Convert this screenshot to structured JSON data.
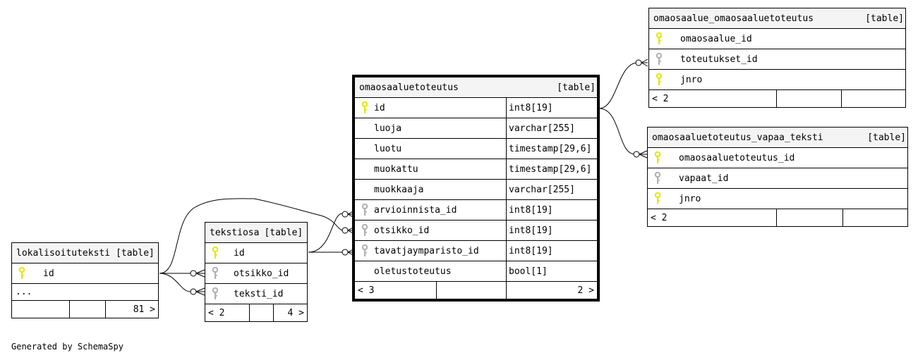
{
  "footer": {
    "generated_by": "Generated by SchemaSpy"
  },
  "colors": {
    "primary_key": "#e6e600",
    "foreign_key": "#b0b0b0",
    "header_bg": "#f4f4f4"
  },
  "tables": {
    "omaosaaluetoteutus": {
      "name": "omaosaaluetoteutus",
      "kind": "[table]",
      "columns": [
        {
          "name": "id",
          "type": "int8[19]",
          "key": "primary-key-icon"
        },
        {
          "name": "luoja",
          "type": "varchar[255]",
          "key": ""
        },
        {
          "name": "luotu",
          "type": "timestamp[29,6]",
          "key": ""
        },
        {
          "name": "muokattu",
          "type": "timestamp[29,6]",
          "key": ""
        },
        {
          "name": "muokkaaja",
          "type": "varchar[255]",
          "key": ""
        },
        {
          "name": "arvioinnista_id",
          "type": "int8[19]",
          "key": "foreign-key-icon"
        },
        {
          "name": "otsikko_id",
          "type": "int8[19]",
          "key": "foreign-key-icon"
        },
        {
          "name": "tavatjaymparisto_id",
          "type": "int8[19]",
          "key": "foreign-key-icon"
        },
        {
          "name": "oletustoteutus",
          "type": "bool[1]",
          "key": ""
        }
      ],
      "footer": {
        "parents": "< 3",
        "middle": "",
        "children": "2 >"
      }
    },
    "omaosaalue_omaosaaluetoteutus": {
      "name": "omaosaalue_omaosaaluetoteutus",
      "kind": "[table]",
      "columns": [
        {
          "name": "omaosaalue_id",
          "key": "primary-key-icon"
        },
        {
          "name": "toteutukset_id",
          "key": "foreign-key-icon"
        },
        {
          "name": "jnro",
          "key": "primary-key-icon"
        }
      ],
      "footer": {
        "parents": "< 2",
        "middle": "",
        "children": ""
      }
    },
    "omaosaaluetoteutus_vapaa_teksti": {
      "name": "omaosaaluetoteutus_vapaa_teksti",
      "kind": "[table]",
      "columns": [
        {
          "name": "omaosaaluetoteutus_id",
          "key": "primary-key-icon"
        },
        {
          "name": "vapaat_id",
          "key": "foreign-key-icon"
        },
        {
          "name": "jnro",
          "key": "primary-key-icon"
        }
      ],
      "footer": {
        "parents": "< 2",
        "middle": "",
        "children": ""
      }
    },
    "tekstiosa": {
      "name": "tekstiosa",
      "kind": "[table]",
      "columns": [
        {
          "name": "id",
          "key": "primary-key-icon"
        },
        {
          "name": "otsikko_id",
          "key": "foreign-key-icon"
        },
        {
          "name": "teksti_id",
          "key": "foreign-key-icon"
        }
      ],
      "footer": {
        "parents": "< 2",
        "middle": "",
        "children": "4 >"
      }
    },
    "lokalisoituteksti": {
      "name": "lokalisoituteksti",
      "kind": "[table]",
      "columns": [
        {
          "name": "id",
          "key": "primary-key-icon"
        }
      ],
      "more": "...",
      "footer": {
        "parents": "",
        "middle": "",
        "children": "81 >"
      }
    }
  },
  "relationships": [
    {
      "from": "omaosaalue_omaosaaluetoteutus.toteutukset_id",
      "to": "omaosaaluetoteutus.id"
    },
    {
      "from": "omaosaaluetoteutus_vapaa_teksti.omaosaaluetoteutus_id",
      "to": "omaosaaluetoteutus.id"
    },
    {
      "from": "omaosaaluetoteutus.arvioinnista_id",
      "to": "tekstiosa.id"
    },
    {
      "from": "omaosaaluetoteutus.tavatjaymparisto_id",
      "to": "tekstiosa.id"
    },
    {
      "from": "omaosaaluetoteutus.otsikko_id",
      "to": "lokalisoituteksti.id"
    },
    {
      "from": "tekstiosa.otsikko_id",
      "to": "lokalisoituteksti.id"
    },
    {
      "from": "tekstiosa.teksti_id",
      "to": "lokalisoituteksti.id"
    }
  ]
}
